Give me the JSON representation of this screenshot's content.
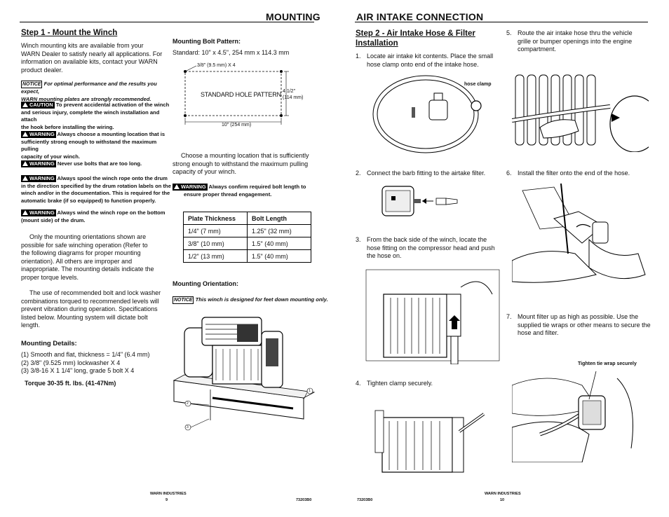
{
  "left_page": {
    "header": "MOUNTING",
    "step1_title": "Step 1 - Mount the Winch",
    "intro": [
      "Winch mounting kits are available from your",
      "WARN Dealer to satisfy nearly all applications. For",
      "information on available kits, contact your WARN",
      "product dealer."
    ],
    "notice_label": "NOTICE",
    "notice_text_1": "For optimal performance and the results you expect,",
    "notice_text_2": "WARN mounting plates are strongly recommended.",
    "caution_label": "CAUTION",
    "caution_text_1": "To prevent accidental activation of the winch",
    "caution_text_2": "and serious injury, complete the winch installation and attach",
    "caution_text_3": "the hook before installing the wiring.",
    "warning_label": "WARNING",
    "warn1_1": "Always choose a mounting location that is",
    "warn1_2": "sufficiently strong enough to withstand the maximum pulling",
    "warn1_3": "capacity of your winch.",
    "warn2_1": "Never use bolts that are too long.",
    "warn3_1": "Always spool the winch rope onto the drum",
    "warn3_2": "in the direction specified by the drum rotation labels on the",
    "warn3_3": "winch and/or in the documentation.  This is required for the",
    "warn3_4": "automatic brake (if so equipped) to function properly.",
    "warn4_1": "Always wind the winch rope on the bottom",
    "warn4_2": "(mount side) of the drum.",
    "para1": [
      "Only the mounting orientations shown are",
      "possible for safe winching operation (Refer to",
      "the following diagrams for proper mounting",
      "orientation).  All others are improper and",
      "inappropriate.   The mounting details indicate the",
      "proper torque levels."
    ],
    "para2": [
      "The use of recommended bolt and lock washer",
      "combinations torqued to recommended levels will",
      "prevent vibration during operation. Specifications",
      "listed below.  Mounting system will dictate bolt",
      "length."
    ],
    "mounting_details_title": "Mounting Details:",
    "details": [
      "(1) Smooth and flat, thickness = 1/4\" (6.4 mm)",
      "(2) 3/8\" (9.525 mm) lockwasher X 4",
      "(3) 3/8-16 X 1 1/4\" long, grade 5 bolt X 4"
    ],
    "torque": "Torque 30-35 ft. lbs. (41-47Nm)",
    "bolt_pattern_title": "Mounting Bolt Pattern:",
    "bolt_pattern_std": "Standard:    10\" x 4.5\", 254 mm x 114.3 mm",
    "diagram_hole_label": "3/8\" (9.5 mm) X 4",
    "diagram_center_label": "STANDARD HOLE PATTERN",
    "diagram_height_label_1": "4 1/2\"",
    "diagram_height_label_2": "(114 mm)",
    "diagram_width_label": "10\" (254 mm)",
    "choose_para": [
      "Choose a mounting location that is sufficiently",
      "strong enough to withstand the maximum pulling",
      "capacity of your winch."
    ],
    "warn5_1": "Always confirm required bolt length to",
    "warn5_2": "ensure proper thread engagement.",
    "table": {
      "headers": [
        "Plate Thickness",
        "Bolt Length"
      ],
      "rows": [
        [
          "1/4\" (7 mm)",
          "1.25\" (32 mm)"
        ],
        [
          "3/8\" (10 mm)",
          "1.5\" (40 mm)"
        ],
        [
          "1/2\" (13 mm)",
          "1.5\" (40 mm)"
        ]
      ]
    },
    "orientation_title": "Mounting Orientation:",
    "orientation_notice": "This winch is designed for feet down mounting only.",
    "callout_1": "1",
    "callout_2": "2",
    "callout_3": "3",
    "footer_company": "WARN INDUSTRIES",
    "footer_page": "9",
    "footer_code": "73203B0"
  },
  "right_page": {
    "header": "AIR INTAKE CONNECTION",
    "step2_title_1": "Step 2 - Air Intake Hose & Filter",
    "step2_title_2": "Installation",
    "s1_num": "1.",
    "s1_1": "Locate air intake kit contents.  Place the small",
    "s1_2": "hose clamp onto end of the intake hose.",
    "hose_clamp_label": "hose clamp",
    "s2_num": "2.",
    "s2_1": "Connect the barb fitting to the airtake filter.",
    "s3_num": "3.",
    "s3_1": "From the back side of the winch, locate the",
    "s3_2": "hose fitting on the compressor head and push",
    "s3_3": "the hose on.",
    "s4_num": "4.",
    "s4_1": "Tighten clamp securely.",
    "s5_num": "5.",
    "s5_1": "Route the air intake hose thru the vehicle",
    "s5_2": "grille or bumper openings into the engine",
    "s5_3": "compartment.",
    "s6_num": "6.",
    "s6_1": "Install the filter onto the end of the hose.",
    "s7_num": "7.",
    "s7_1": "Mount filter up as high as possible. Use the",
    "s7_2": "supplied tie wraps or other means to secure the",
    "s7_3": "hose and filter.",
    "tie_wrap_label": "Tighten tie wrap securely",
    "footer_code": "73203B0",
    "footer_company": "WARN INDUSTRIES",
    "footer_page": "10"
  }
}
